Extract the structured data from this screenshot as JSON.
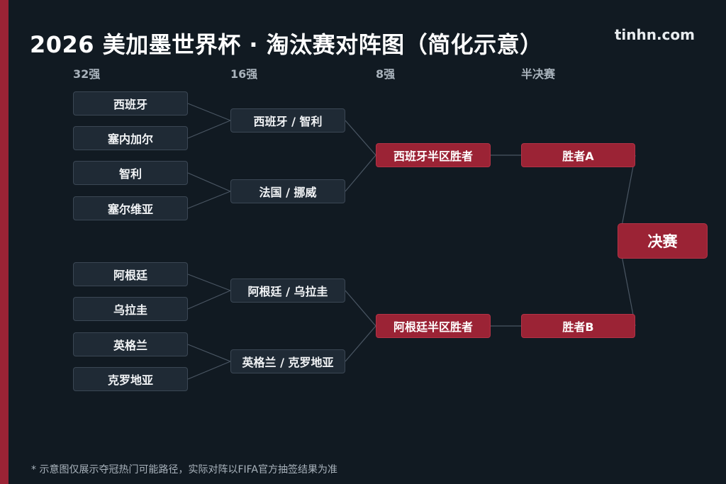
{
  "title": "2026 美加墨世界杯 · 淘汰赛对阵图（简化示意）",
  "brand": "tinhn.com",
  "rounds": [
    "32强",
    "16强",
    "8强",
    "半决赛"
  ],
  "r32": [
    "西班牙",
    "塞内加尔",
    "智利",
    "塞尔维亚",
    "阿根廷",
    "乌拉圭",
    "英格兰",
    "克罗地亚"
  ],
  "r16": [
    "西班牙 / 智利",
    "法国 / 挪威",
    "阿根廷 / 乌拉圭",
    "英格兰 / 克罗地亚"
  ],
  "qf": [
    "西班牙半区胜者",
    "阿根廷半区胜者"
  ],
  "sf": [
    "胜者A",
    "胜者B"
  ],
  "final": "决赛",
  "footnote": "* 示意图仅展示夺冠热门可能路径，实际对阵以FIFA官方抽签结果为准",
  "colors": {
    "background": "#111a22",
    "accent": "#9b2335",
    "team_box": "#1f2a35",
    "line": "#4a5663"
  }
}
